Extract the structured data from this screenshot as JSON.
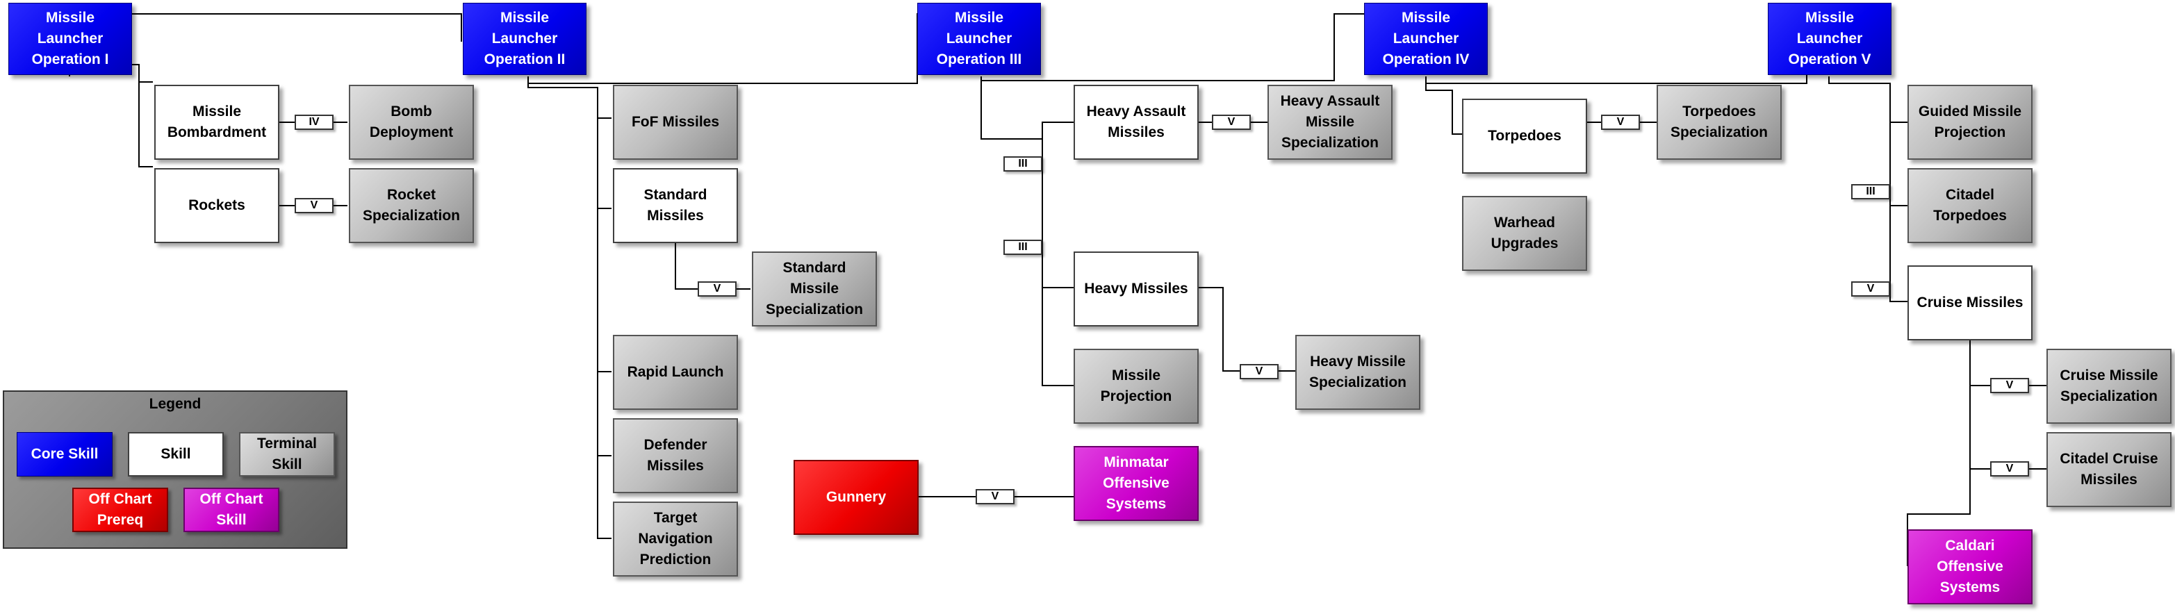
{
  "colors": {
    "core": "#0000ee",
    "skill": "#ffffff",
    "terminal": "#b4b4b4",
    "off_chart_prereq": "#ee0000",
    "off_chart_skill": "#cc00cc",
    "legend_background": "#7c7c7c"
  },
  "operations": {
    "op1": "Missile Launcher Operation I",
    "op2": "Missile Launcher Operation II",
    "op3": "Missile Launcher Operation III",
    "op4": "Missile Launcher Operation IV",
    "op5": "Missile Launcher Operation V"
  },
  "skills": {
    "missile_bombardment": "Missile Bombardment",
    "rockets": "Rockets",
    "standard_missiles": "Standard Missiles",
    "heavy_assault_missiles": "Heavy Assault Missiles",
    "heavy_missiles": "Heavy Missiles",
    "torpedoes": "Torpedoes",
    "cruise_missiles": "Cruise Missiles"
  },
  "terminals": {
    "bomb_deployment": "Bomb Deployment",
    "rocket_specialization": "Rocket Specialization",
    "fof_missiles": "FoF Missiles",
    "standard_missile_specialization": "Standard Missile Specialization",
    "rapid_launch": "Rapid Launch",
    "defender_missiles": "Defender Missiles",
    "target_navigation_prediction": "Target Navigation Prediction",
    "heavy_assault_missile_specialization": "Heavy Assault Missile Specialization",
    "missile_projection": "Missile Projection",
    "heavy_missile_specialization": "Heavy Missile Specialization",
    "torpedoes_specialization": "Torpedoes Specialization",
    "warhead_upgrades": "Warhead Upgrades",
    "guided_missile_projection": "Guided Missile Projection",
    "citadel_torpedoes": "Citadel Torpedoes",
    "cruise_missile_specialization": "Cruise Missile Specialization",
    "citadel_cruise_missiles": "Citadel Cruise Missiles"
  },
  "off_chart": {
    "gunnery": "Gunnery",
    "minmatar_offensive_systems": "Minmatar Offensive Systems",
    "caldari_offensive_systems": "Caldari Offensive Systems"
  },
  "levels": {
    "mb_to_bomb": "IV",
    "rockets_to_spec": "V",
    "std_to_spec": "V",
    "op3_to_ham": "III",
    "op3_to_heavy": "III",
    "ham_to_spec": "V",
    "heavy_to_spec": "V",
    "gunnery_link": "V",
    "torp_to_spec": "V",
    "op5_to_citadel": "III",
    "op5_to_cruise": "V",
    "cruise_to_spec": "V",
    "cruise_to_citadel": "V"
  },
  "legend": {
    "title": "Legend",
    "core": "Core Skill",
    "skill": "Skill",
    "terminal": "Terminal Skill",
    "off_chart_prereq": "Off Chart Prereq",
    "off_chart_skill": "Off Chart Skill"
  }
}
